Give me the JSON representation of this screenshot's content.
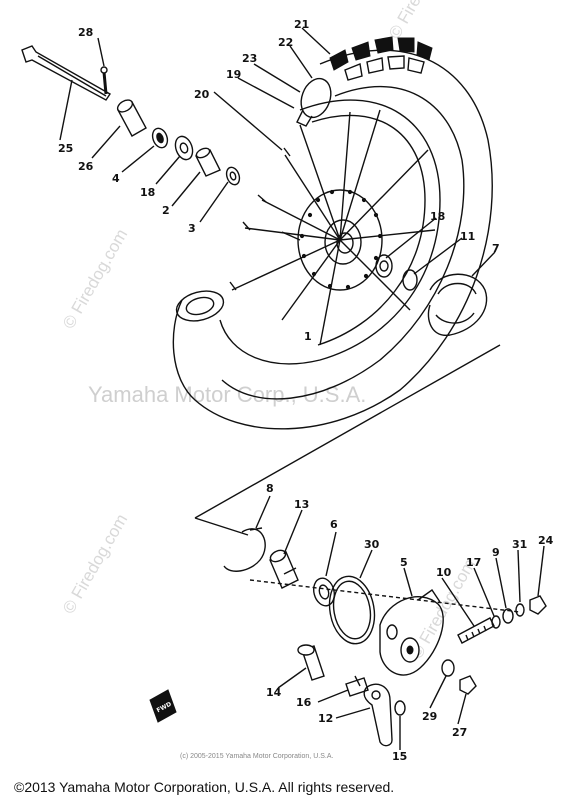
{
  "watermarks": {
    "center": "Yamaha Motor Corp., U.S.A.",
    "firedog": "© Firedog.com"
  },
  "copyright_small": "(c) 2005-2015 Yamaha Motor Corporation, U.S.A.",
  "footer": "©2013 Yamaha Motor Corporation, U.S.A. All rights reserved.",
  "front_label": "FWD",
  "callouts": [
    "28",
    "21",
    "22",
    "23",
    "19",
    "20",
    "25",
    "26",
    "4",
    "18",
    "2",
    "3",
    "18",
    "11",
    "7",
    "1",
    "8",
    "13",
    "6",
    "30",
    "5",
    "9",
    "31",
    "24",
    "10",
    "17",
    "14",
    "16",
    "12",
    "15",
    "29",
    "27"
  ]
}
